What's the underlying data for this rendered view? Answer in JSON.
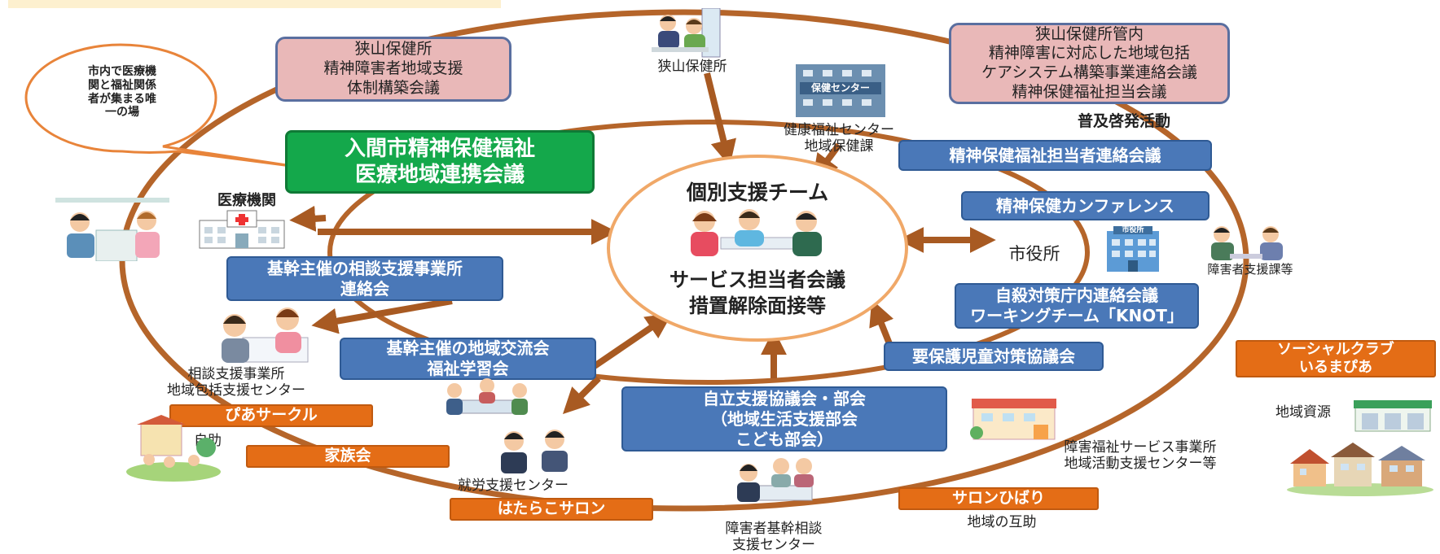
{
  "center": {
    "team": "個別支援チーム",
    "meeting_line1": "サービス担当者会議",
    "meeting_line2": "措置解除面接等"
  },
  "callout": "市内で医療機\n関と福祉関係\n者が集まる唯\n一の場",
  "green_box": "入間市精神保健福祉\n医療地域連携会議",
  "pink_left": "狭山保健所\n精神障害者地域支援\n体制構築会議",
  "pink_right": "狭山保健所管内\n精神障害に対応した地域包括\nケアシステム構築事業連絡会議\n精神保健福祉担当会議",
  "blue_boxes": {
    "contact_meeting": "精神保健福祉担当者連絡会議",
    "conference": "精神保健カンファレンス",
    "suicide": "自殺対策庁内連絡会議\nワーキングチーム「KNOT」",
    "child": "要保護児童対策協議会",
    "support_office": "基幹主催の相談支援事業所\n連絡会",
    "community": "基幹主催の地域交流会\n福祉学習会",
    "council": "自立支援協議会・部会\n（地域生活支援部会\nこども部会）"
  },
  "orange_boxes": {
    "pia_circle": "ぴあサークル",
    "family": "家族会",
    "hatarako": "はたらこサロン",
    "salon_hibari": "サロンひばり",
    "social_club": "ソーシャルクラブ\nいるまぴあ"
  },
  "labels": {
    "sayama_hc": "狭山保健所",
    "health_center": "健康福祉センター\n地域保健課",
    "fukyu": "普及啓発活動",
    "medical": "医療機関",
    "city_hall": "市役所",
    "disability_div": "障害者支援課等",
    "consult_office": "相談支援事業所\n地域包括支援センター",
    "self_help": "自助",
    "employment": "就労支援センター",
    "core_consult": "障害者基幹相談\n支援センター",
    "welfare_service": "障害福祉サービス事業所\n地域活動支援センター等",
    "community_mutual": "地域の互助",
    "local_resource": "地域資源"
  },
  "icon_text": {
    "hokencenter_sign": "保健センター",
    "shiyakusho_sign": "市役所"
  },
  "colors": {
    "ring": "#b5652a",
    "arrow": "#a85a22",
    "blue": "#4a78b8",
    "pink": "#e9b8b8",
    "orange": "#e46d16",
    "green": "#14a84b",
    "center_border": "#f0a868"
  }
}
